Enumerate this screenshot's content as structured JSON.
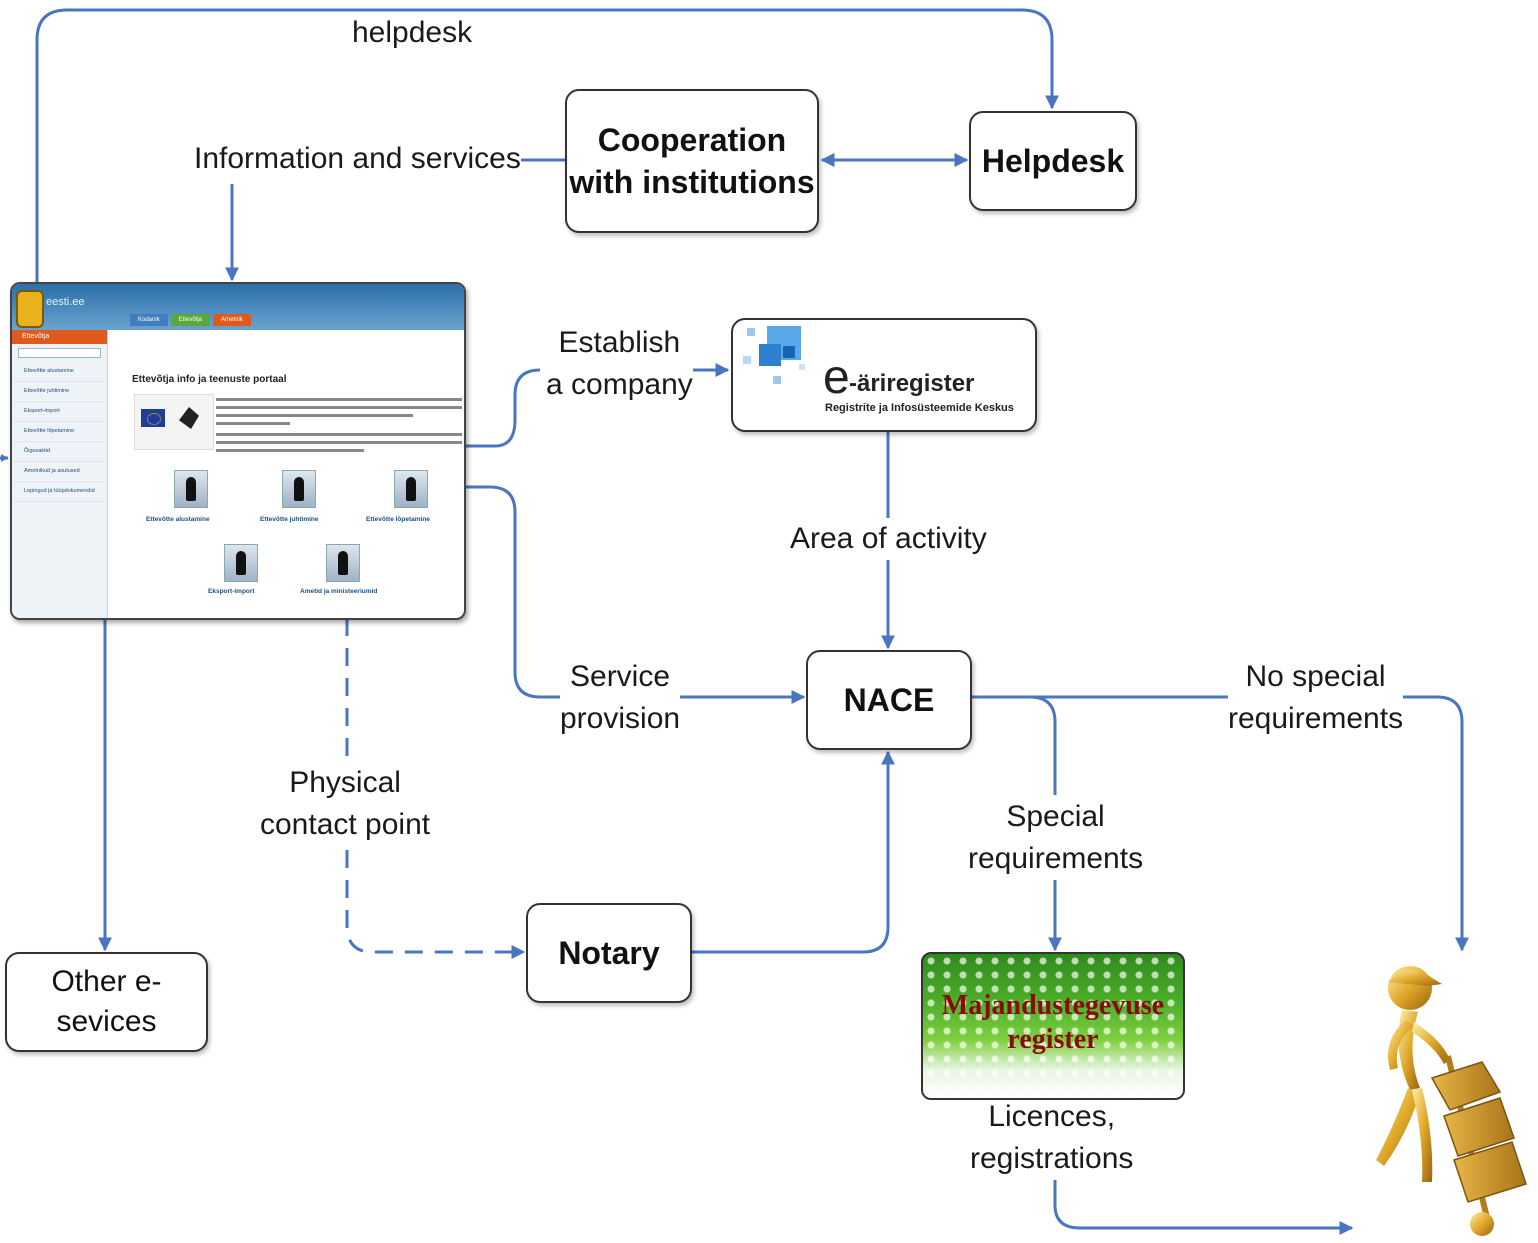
{
  "labels": {
    "helpdesk_top": "helpdesk",
    "information_services": "Information and services",
    "establish_line1": "Establish",
    "establish_line2": "a company",
    "area_of_activity": "Area of activity",
    "service_line1": "Service",
    "service_line2": "provision",
    "physical_line1": "Physical",
    "physical_line2": "contact point",
    "no_special_line1": "No special",
    "no_special_line2": "requirements",
    "special_line1": "Special",
    "special_line2": "requirements",
    "licences_line1": "Licences,",
    "licences_line2": "registrations"
  },
  "boxes": {
    "cooperation_line1": "Cooperation",
    "cooperation_line2": "with institutions",
    "helpdesk": "Helpdesk",
    "nace": "NACE",
    "notary": "Notary",
    "other_line1": "Other e-",
    "other_line2": "sevices"
  },
  "eari": {
    "logo_e": "e",
    "logo_rest": "-äriregister",
    "subtitle": "Registrite ja Infosüsteemide Keskus"
  },
  "mtr": {
    "line1": "Majandustegevuse",
    "line2": "register"
  },
  "portal": {
    "site_name": "Ettevõtja info ja teenuste portaal",
    "tabs": [
      "Kodanik",
      "Ettevõtja",
      "Ametnik"
    ],
    "sidebar_header": "Ettevõtja",
    "sidebar_items": [
      "Ettevõtte alustamine",
      "Ettevõtte juhtimine",
      "Eksport-import",
      "Ettevõtte lõpetamine",
      "Õigusaktid",
      "Ametnikud ja asutused",
      "Lepingud ja tüüpdokumendid"
    ],
    "icon_captions": [
      "Ettevõtte alustamine",
      "Ettevõtte juhtimine",
      "Ettevõtte lõpetamine",
      "Eksport-import",
      "Ametid ja ministeeriumid"
    ]
  },
  "colors": {
    "arrow": "#4a76c0",
    "box_border": "#333333",
    "mtr_text": "#8b0a0a"
  }
}
